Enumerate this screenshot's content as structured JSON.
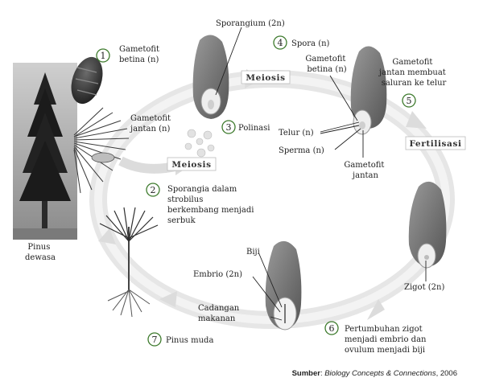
{
  "steps": [
    {
      "num": "1",
      "lines": [
        "Gametofit",
        "betina (n)"
      ]
    },
    {
      "num": "2",
      "lines": [
        "Sporangia dalam",
        "strobilus",
        "berkembang menjadi",
        "serbuk"
      ]
    },
    {
      "num": "3",
      "lines": [
        "Polinasi"
      ]
    },
    {
      "num": "4",
      "lines": [
        "Spora (n)"
      ]
    },
    {
      "num": "5",
      "lines": [
        "Gametofit",
        "jantan membuat",
        "saluran ke telur"
      ]
    },
    {
      "num": "6",
      "lines": [
        "Pertumbuhan zigot",
        "menjadi embrio dan",
        "ovulum menjadi biji"
      ]
    },
    {
      "num": "7",
      "lines": [
        "Pinus muda"
      ]
    }
  ],
  "labels": {
    "sporangium": "Sporangium (2n)",
    "gametofit_jantan_left": [
      "Gametofit",
      "jantan (n)"
    ],
    "gametofit_betina_right": [
      "Gametofit",
      "betina (n)"
    ],
    "telur": "Telur (n)",
    "sperma": "Sperma (n)",
    "gametofit_jantan_bottom": [
      "Gametofit",
      "jantan"
    ],
    "zigot": "Zigot (2n)",
    "biji": "Biji",
    "embrio": "Embrio (2n)",
    "cadangan": [
      "Cadangan",
      "makanan"
    ],
    "pinus_dewasa": [
      "Pinus",
      "dewasa"
    ]
  },
  "stage_boxes": {
    "meiosis_top": "Meiosis",
    "meiosis_left": "Meiosis",
    "fertilisasi": "Fertilisasi"
  },
  "source": {
    "prefix": "Sumber",
    "title": "Biology Concepts & Connections",
    "year": ", 2006"
  }
}
